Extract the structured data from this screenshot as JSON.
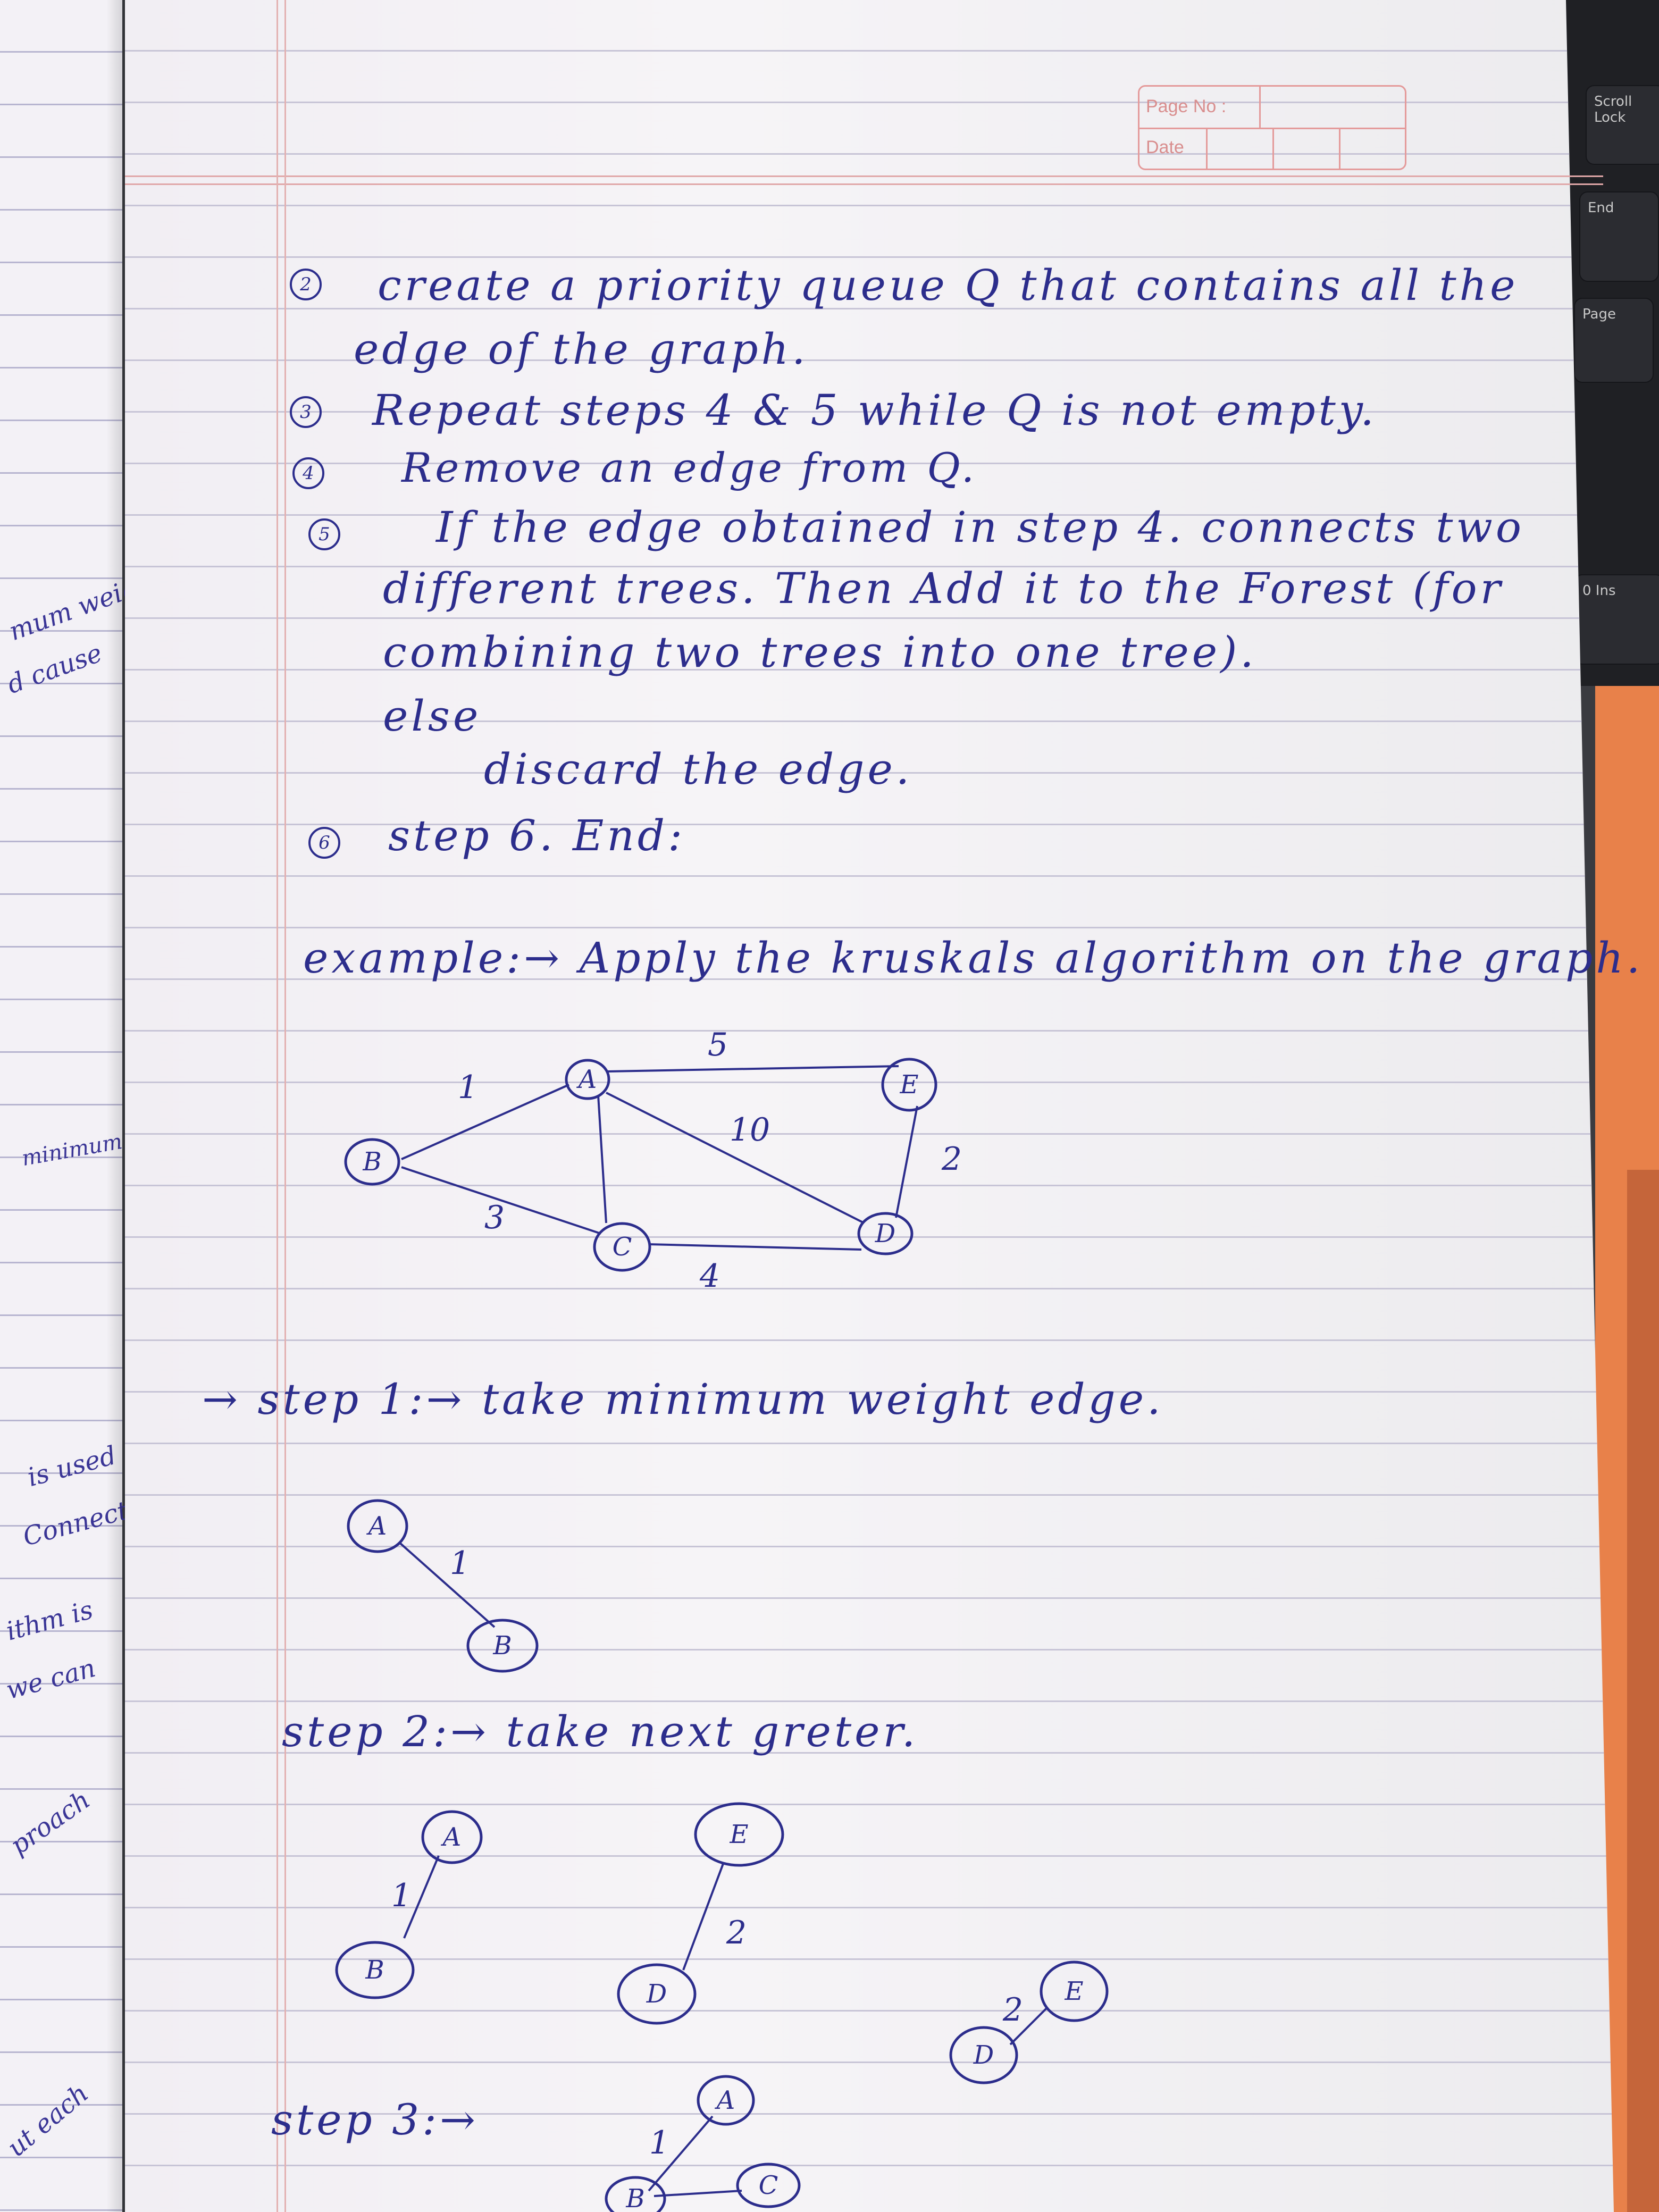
{
  "notebook_header": {
    "page_no_label": "Page No :",
    "date_label": "Date"
  },
  "keyboard_keys": [
    {
      "label": "Scroll Lock"
    },
    {
      "label": "End"
    },
    {
      "label": "Page"
    },
    {
      "label": "0 Ins"
    }
  ],
  "left_page_notes": [
    "mum weight",
    "d cause",
    "minimum",
    "is used",
    "Connected",
    "ithm is",
    "we can",
    "proach",
    "ut each"
  ],
  "steps": [
    {
      "num": "2",
      "lines": [
        "create a priority queue Q that contains all the",
        "edge of the graph."
      ]
    },
    {
      "num": "3",
      "lines": [
        "Repeat steps 4 & 5 while Q is not empty."
      ]
    },
    {
      "num": "4",
      "lines": [
        "Remove an edge from Q."
      ]
    },
    {
      "num": "5",
      "lines": [
        "If the edge obtained in step 4. connects two",
        "different trees. Then Add it to the Forest (for",
        "combining two trees into one tree).",
        "else",
        "discard the edge."
      ]
    },
    {
      "num": "6",
      "lines": [
        "step 6. End:"
      ]
    }
  ],
  "example_text": "example:→ Apply the kruskals algorithm on the graph.",
  "step1_text": "→ step 1:→ take minimum weight edge.",
  "step2_text": "step 2:→ take next greter.",
  "step3_text": "step 3:→",
  "graph": {
    "nodes": [
      "A",
      "B",
      "C",
      "D",
      "E"
    ],
    "edges": [
      {
        "from": "B",
        "to": "A",
        "weight": "1"
      },
      {
        "from": "A",
        "to": "E",
        "weight": "5"
      },
      {
        "from": "A",
        "to": "D",
        "weight": "10"
      },
      {
        "from": "E",
        "to": "D",
        "weight": "2"
      },
      {
        "from": "B",
        "to": "C",
        "weight": "3"
      },
      {
        "from": "C",
        "to": "D",
        "weight": "4"
      },
      {
        "from": "A",
        "to": "C",
        "weight": ""
      }
    ]
  },
  "step1_graph": {
    "nodes": [
      "A",
      "B"
    ],
    "weight": "1"
  },
  "step2_graph": {
    "nodes": [
      "A",
      "B",
      "E",
      "D"
    ],
    "weights": [
      "1",
      "2"
    ]
  },
  "step2_extra": {
    "nodes": [
      "D",
      "E"
    ],
    "weight": "2"
  },
  "step3_graph": {
    "nodes": [
      "A",
      "B",
      "C"
    ],
    "weight": "1"
  },
  "ink_color": "#2c2d8c",
  "margin_color": "#e0a7a8"
}
